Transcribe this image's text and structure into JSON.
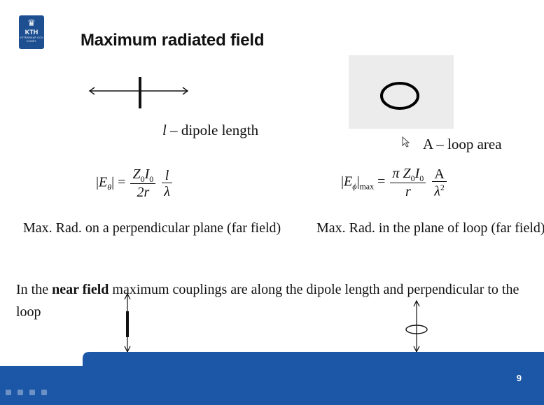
{
  "slide": {
    "logo": {
      "crest": "♛",
      "name": "KTH",
      "motto": "VETENSKAP OCH KONST"
    },
    "title": "Maximum radiated field",
    "dipole_label": {
      "symbol": "l",
      "text": " – dipole length"
    },
    "loop_label": "A – loop area",
    "dipole_formula": {
      "lhs_base": "E",
      "lhs_sub": "θ",
      "equals": "=",
      "num_1": "Z",
      "num_1_sub": "0",
      "num_2": "I",
      "num_2_sub": "0",
      "den": "2r",
      "num_l": "l",
      "den_lambda": "λ"
    },
    "loop_formula": {
      "lhs_base": "E",
      "lhs_sub": "ϕ",
      "lhs_max": "max",
      "equals": "=",
      "num_pi": "π",
      "num_1": "Z",
      "num_1_sub": "0",
      "num_2": "I",
      "num_2_sub": "0",
      "den": "r",
      "num_a": "A",
      "den_lambda": "λ",
      "den_exp": "2"
    },
    "dipole_caption": "Max. Rad. on a perpendicular plane (far field)",
    "loop_caption": "Max. Rad. in the plane of loop (far field)",
    "near_field_prefix": "In the ",
    "near_field_bold": "near field",
    "near_field_suffix": " maximum couplings are along the dipole length and perpendicular to the loop",
    "page_number": "9",
    "colors": {
      "band": "#1c56a6",
      "logo": "#1d4f91"
    }
  }
}
